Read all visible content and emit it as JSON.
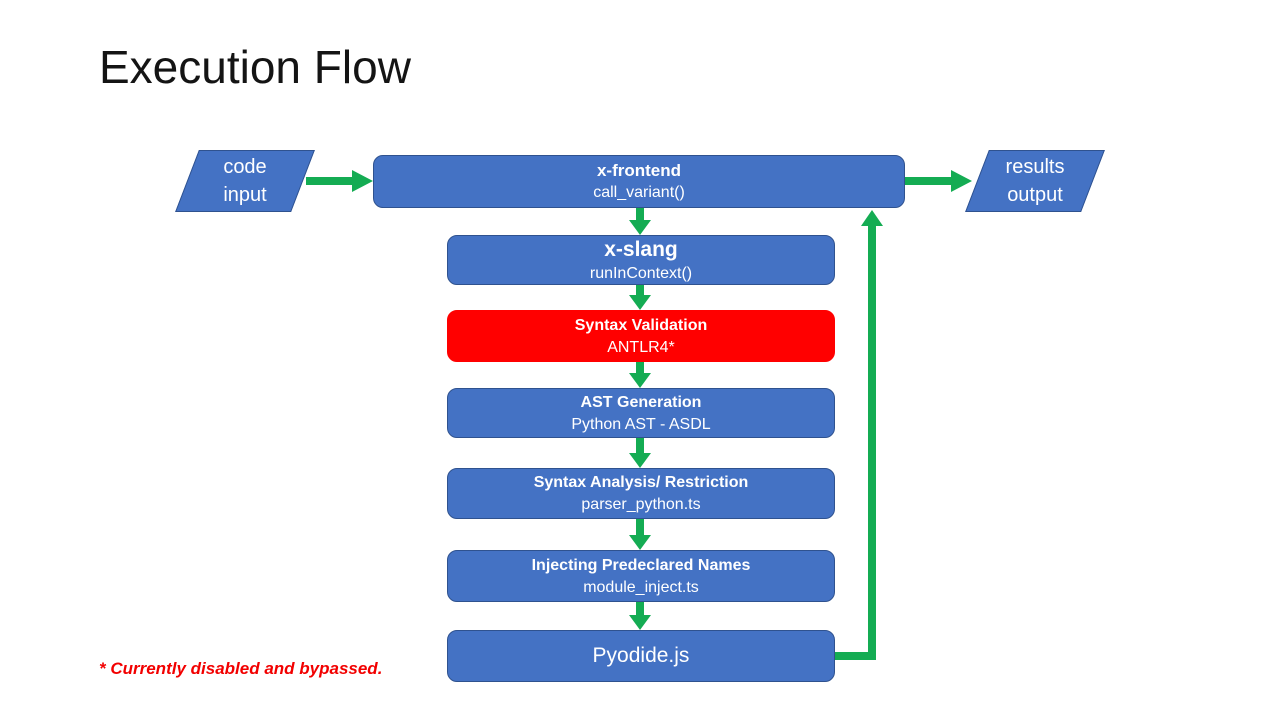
{
  "slide": {
    "title": "Execution Flow",
    "footnote": "* Currently disabled and bypassed."
  },
  "colors": {
    "node_blue": "#4472C4",
    "node_border": "#2F528F",
    "node_red": "#FF0000",
    "arrow_green": "#14AC53",
    "text_white": "#FFFFFF",
    "footnote_red": "#F20000",
    "title_color": "#141414"
  },
  "io": {
    "input": {
      "line1": "code",
      "line2": "input"
    },
    "output": {
      "line1": "results",
      "line2": "output"
    }
  },
  "nodes": [
    {
      "id": "x-frontend",
      "title": "x-frontend",
      "subtitle": "call_variant()",
      "color": "blue"
    },
    {
      "id": "x-slang",
      "title": "x-slang",
      "subtitle": "runInContext()",
      "color": "blue"
    },
    {
      "id": "syntax-validation",
      "title": "Syntax Validation",
      "subtitle": "ANTLR4*",
      "color": "red"
    },
    {
      "id": "ast-generation",
      "title": "AST Generation",
      "subtitle": "Python AST - ASDL",
      "color": "blue"
    },
    {
      "id": "syntax-analysis-restriction",
      "title": "Syntax Analysis/ Restriction",
      "subtitle": "parser_python.ts",
      "color": "blue"
    },
    {
      "id": "injecting-predeclared-names",
      "title": "Injecting Predeclared Names",
      "subtitle": "module_inject.ts",
      "color": "blue"
    },
    {
      "id": "pyodide",
      "title": "Pyodide.js",
      "subtitle": "",
      "color": "blue"
    }
  ]
}
